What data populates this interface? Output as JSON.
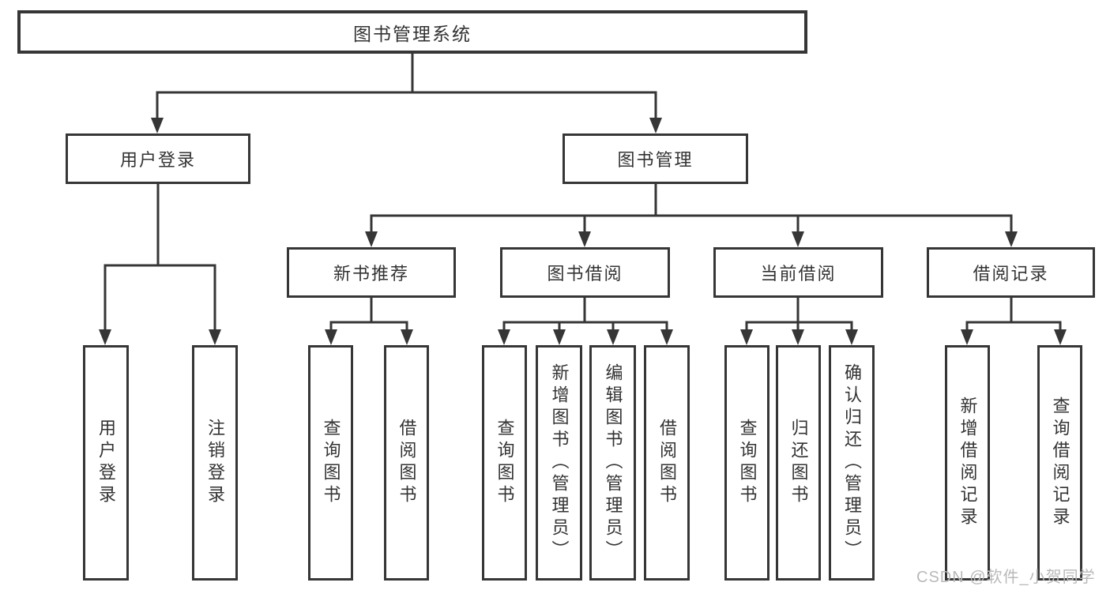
{
  "tree": {
    "label": "图书管理系统",
    "children": [
      {
        "label": "用户登录",
        "children": [
          {
            "label": "用户登录"
          },
          {
            "label": "注销登录"
          }
        ]
      },
      {
        "label": "图书管理",
        "children": [
          {
            "label": "新书推荐",
            "children": [
              {
                "label": "查询图书"
              },
              {
                "label": "借阅图书"
              }
            ]
          },
          {
            "label": "图书借阅",
            "children": [
              {
                "label": "查询图书"
              },
              {
                "label": "新增图书（管理员）"
              },
              {
                "label": "编辑图书（管理员）"
              },
              {
                "label": "借阅图书"
              }
            ]
          },
          {
            "label": "当前借阅",
            "children": [
              {
                "label": "查询图书"
              },
              {
                "label": "归还图书"
              },
              {
                "label": "确认归还（管理员）"
              }
            ]
          },
          {
            "label": "借阅记录",
            "children": [
              {
                "label": "新增借阅记录"
              },
              {
                "label": "查询借阅记录"
              }
            ]
          }
        ]
      }
    ]
  },
  "watermark": {
    "text": "CSDN @软件_小贺同学"
  },
  "colors": {
    "line": "#363636",
    "box_border": "#363636",
    "text": "#333333",
    "watermark": "#b9b9b9",
    "background": "#ffffff"
  }
}
